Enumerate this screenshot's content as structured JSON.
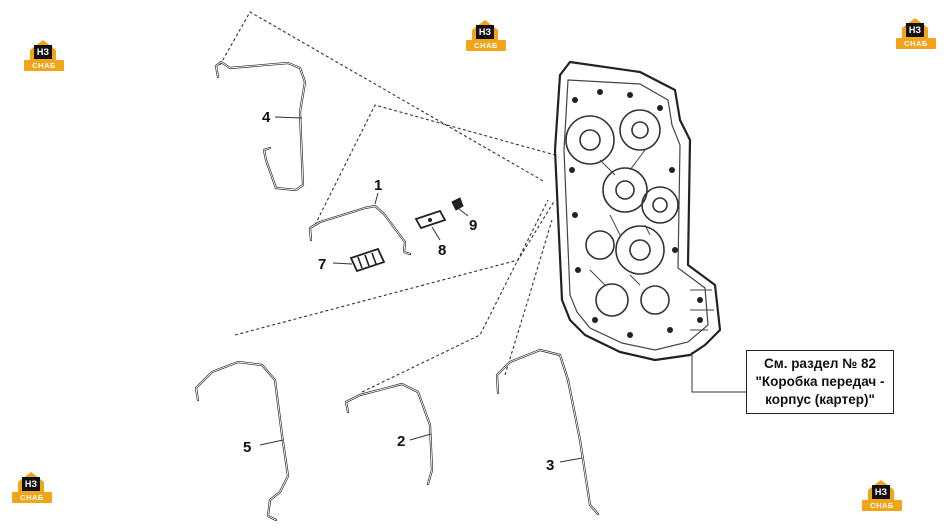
{
  "callouts": {
    "part_1": "1",
    "part_2": "2",
    "part_3": "3",
    "part_4": "4",
    "part_5": "5",
    "part_7": "7",
    "part_8": "8",
    "part_9": "9"
  },
  "note": {
    "line1": "См. раздел № 82",
    "line2": "\"Коробка передач -",
    "line3": "корпус (картер)\""
  },
  "logo": {
    "mark": "НЗ",
    "tag": "СНАБ"
  },
  "colors": {
    "line": "#222222",
    "logo_accent": "#f3a51a"
  }
}
